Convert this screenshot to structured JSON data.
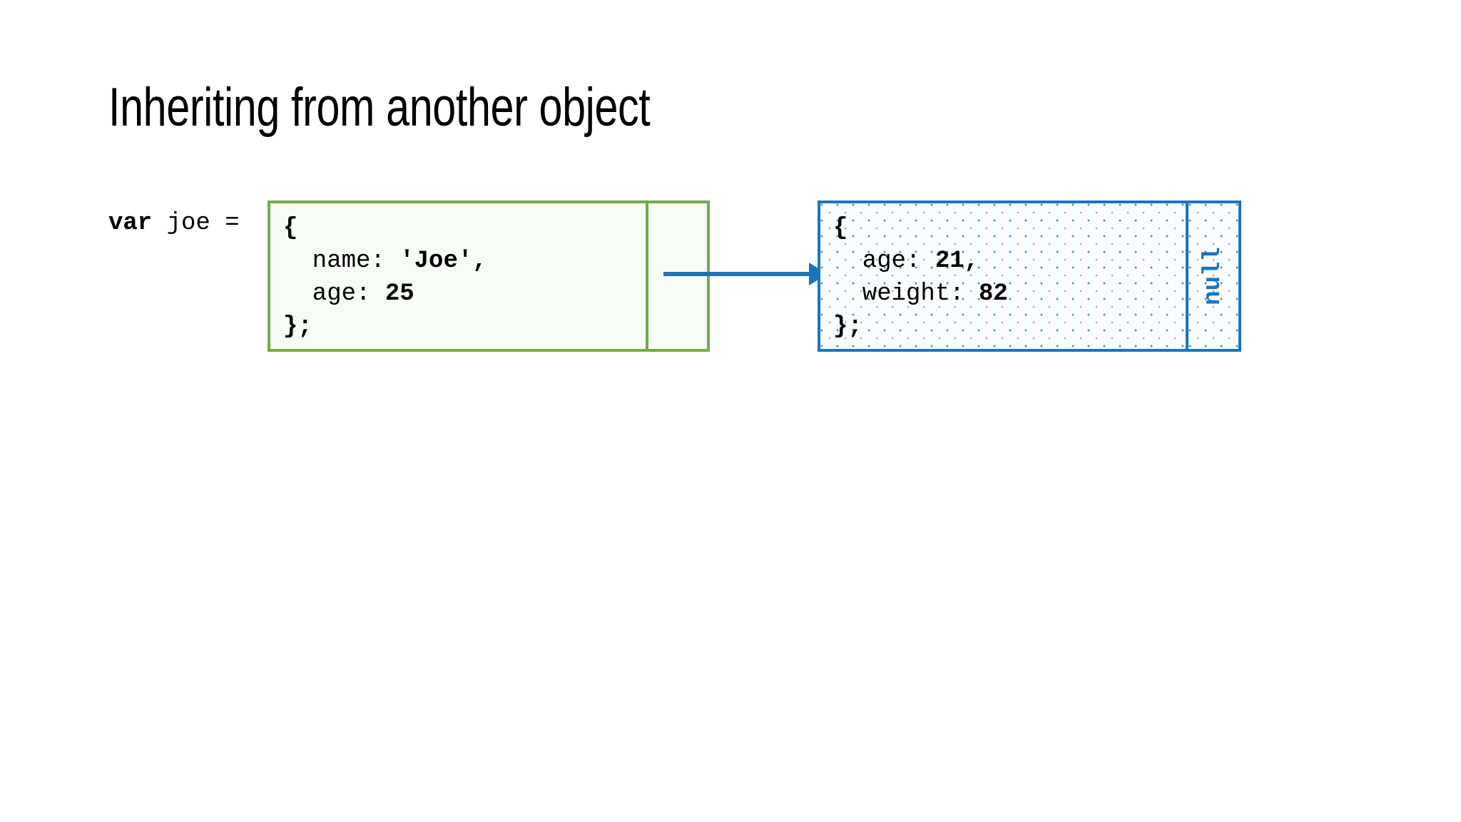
{
  "slide": {
    "title": "Inheriting from another object",
    "background_color": "#FFFFFF"
  },
  "declaration": {
    "keyword": "var",
    "rest": " joe = "
  },
  "instance_object": {
    "name": "joe",
    "border_color": "#70AD47",
    "fill_color": "#F7FBF5",
    "code_lines": [
      {
        "plain": "{",
        "bold": true
      },
      {
        "plain": "  name: ",
        "value": "'Joe',",
        "bold": false
      },
      {
        "plain": "  age: ",
        "value": "25",
        "bold": false
      },
      {
        "plain": "};",
        "bold": true
      }
    ],
    "code_text": "{\n  name: 'Joe',\n  age: 25\n};",
    "proto_slot_value": ""
  },
  "prototype_object": {
    "border_color": "#1A75BC",
    "fill_color": "#FAFCFE",
    "pattern": "dotted-stipple",
    "code_lines": [
      {
        "plain": "{",
        "bold": true
      },
      {
        "plain": "  age: ",
        "value": "21,",
        "bold": false
      },
      {
        "plain": "  weight: ",
        "value": "82",
        "bold": false
      },
      {
        "plain": "};",
        "bold": true
      }
    ],
    "code_text": "{\n  age: 21,\n  weight: 82\n};",
    "proto_slot_value": "null"
  },
  "arrow": {
    "label": "",
    "color": "#1A75BC",
    "from": "instance-proto-slot",
    "to": "prototype-object"
  }
}
